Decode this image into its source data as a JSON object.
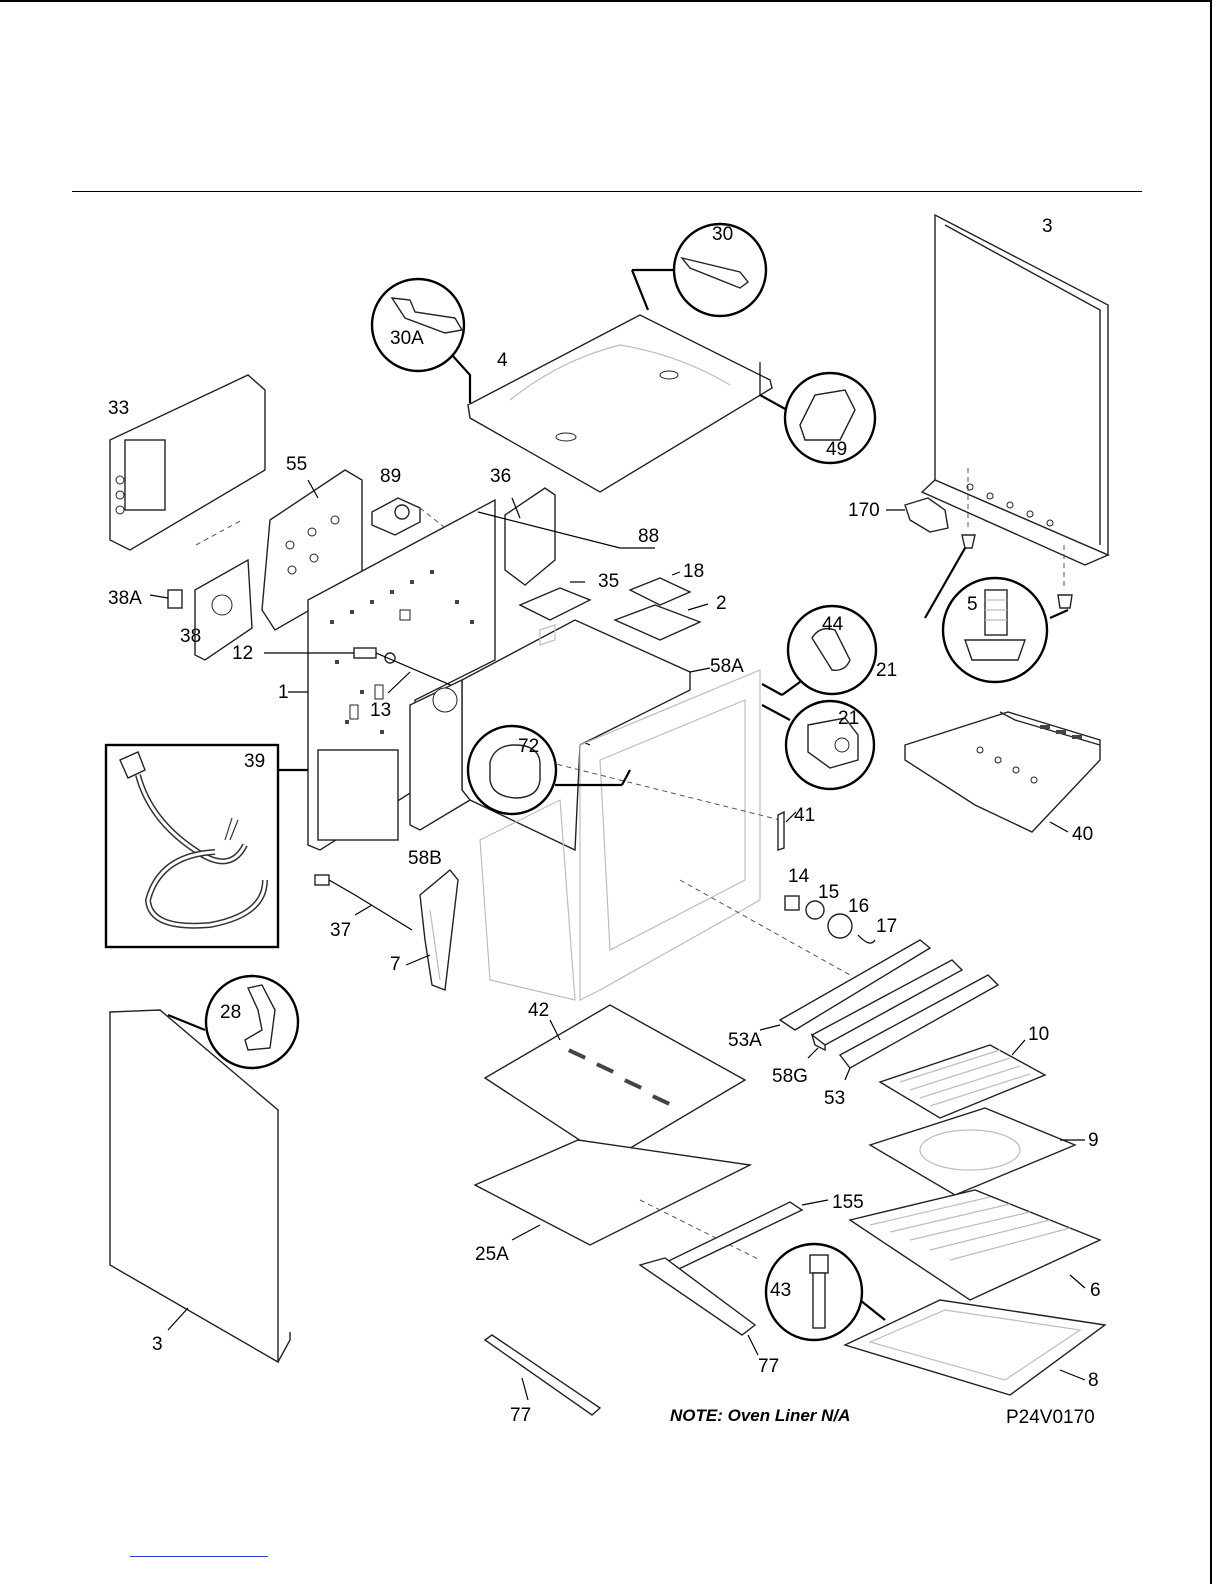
{
  "labels": {
    "p1": "1",
    "p2": "2",
    "p3_top": "3",
    "p3_bottom": "3",
    "p4": "4",
    "p5": "5",
    "p6": "6",
    "p7": "7",
    "p8": "8",
    "p9": "9",
    "p10": "10",
    "p12": "12",
    "p13": "13",
    "p14": "14",
    "p15": "15",
    "p16": "16",
    "p17": "17",
    "p18": "18",
    "p21a": "21",
    "p21b": "21",
    "p25a": "25A",
    "p28": "28",
    "p30": "30",
    "p30a": "30A",
    "p33": "33",
    "p35": "35",
    "p36": "36",
    "p37": "37",
    "p38": "38",
    "p38a": "38A",
    "p39": "39",
    "p40": "40",
    "p41": "41",
    "p42": "42",
    "p43": "43",
    "p44": "44",
    "p49": "49",
    "p53": "53",
    "p53a": "53A",
    "p55": "55",
    "p58a": "58A",
    "p58b": "58B",
    "p58g": "58G",
    "p72": "72",
    "p77a": "77",
    "p77b": "77",
    "p88": "88",
    "p89": "89",
    "p155": "155",
    "p170": "170"
  },
  "note": "NOTE: Oven Liner N/A",
  "diagram_code": "P24V0170"
}
